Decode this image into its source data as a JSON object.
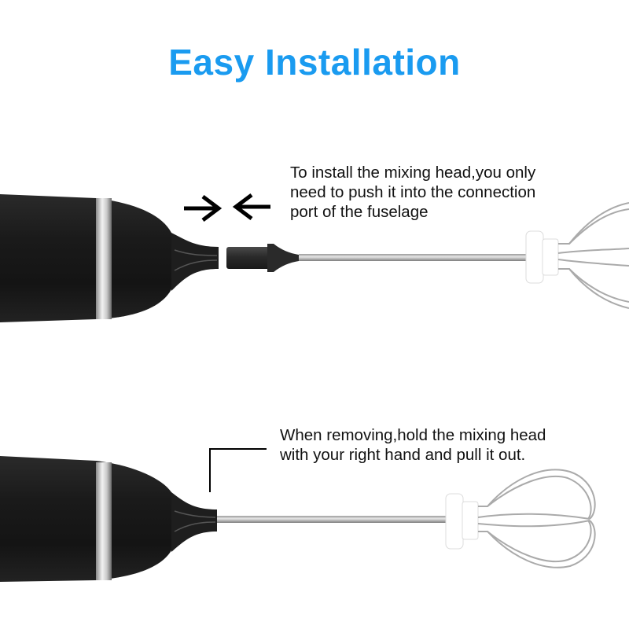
{
  "title": "Easy Installation",
  "colors": {
    "title": "#1a9bf0",
    "body_text": "#111111",
    "device": "#1c1c1c",
    "chrome_ring": "#d8d8d8",
    "whisk_collar": "#ffffff"
  },
  "steps": [
    {
      "id": "install",
      "caption_lines": [
        "To install the mixing head,you only",
        "need to push it into the connection",
        "port of the fuselage"
      ],
      "icons": [
        "arrow-right-icon",
        "arrow-left-icon"
      ]
    },
    {
      "id": "remove",
      "caption_lines": [
        "When removing,hold the mixing head",
        "with your right hand and pull it out."
      ],
      "icons": [
        "callout-line"
      ]
    }
  ]
}
